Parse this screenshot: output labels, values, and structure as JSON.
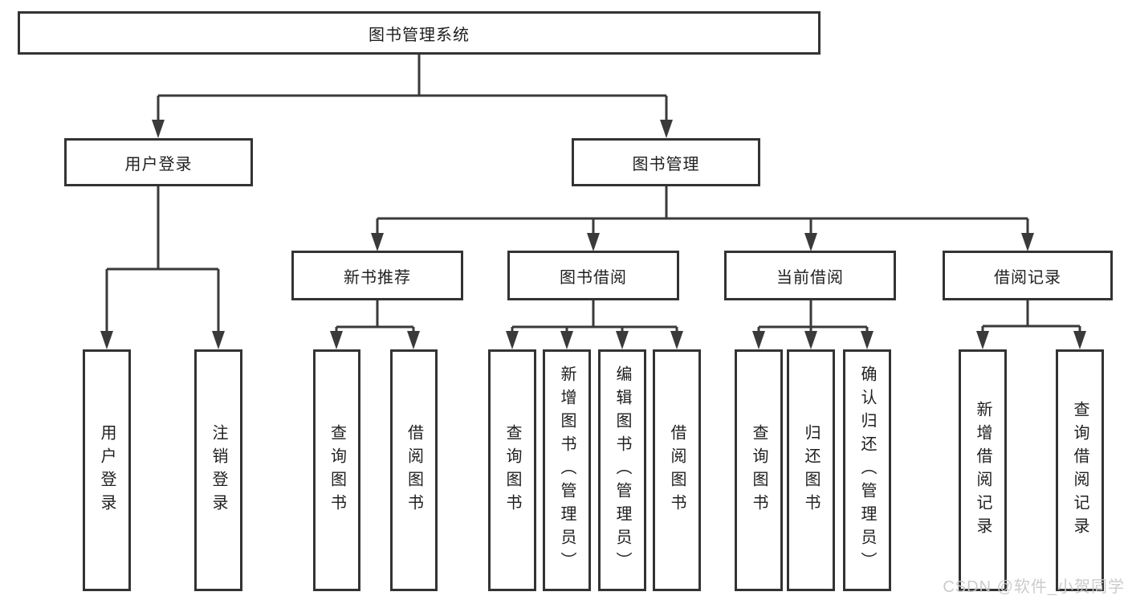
{
  "watermark": {
    "text": "CSDN @软件_小贺同学"
  },
  "colors": {
    "border": "#333333",
    "line": "#3a3a3a",
    "text": "#1f1f1f",
    "watermark": "#c9c9c9",
    "background": "#ffffff"
  },
  "tree": {
    "root": "图书管理系统",
    "children": [
      {
        "label": "用户登录",
        "children": [
          "用户登录",
          "注销登录"
        ]
      },
      {
        "label": "图书管理",
        "children": [
          {
            "label": "新书推荐",
            "children": [
              "查询图书",
              "借阅图书"
            ]
          },
          {
            "label": "图书借阅",
            "children": [
              "查询图书",
              "新增图书（管理员）",
              "编辑图书（管理员）",
              "借阅图书"
            ]
          },
          {
            "label": "当前借阅",
            "children": [
              "查询图书",
              "归还图书",
              "确认归还（管理员）"
            ]
          },
          {
            "label": "借阅记录",
            "children": [
              "新增借阅记录",
              "查询借阅记录"
            ]
          }
        ]
      }
    ]
  }
}
